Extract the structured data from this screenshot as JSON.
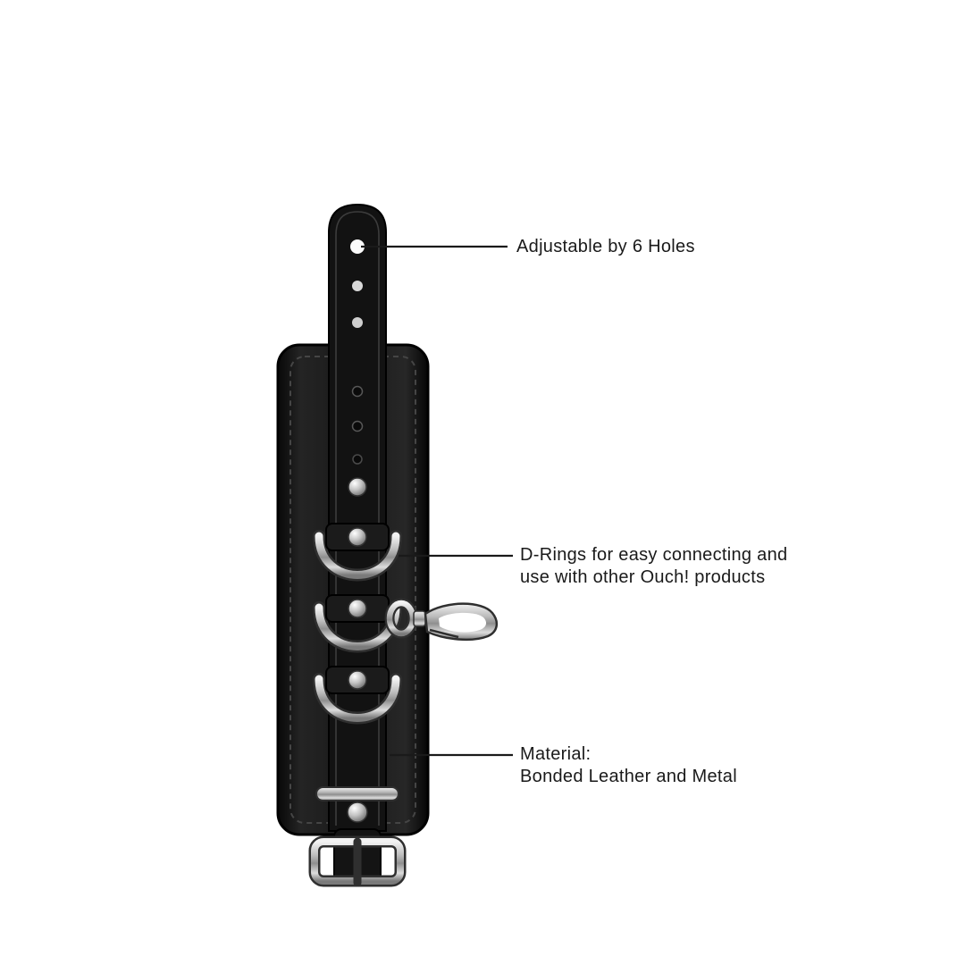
{
  "page": {
    "background_color": "#ffffff",
    "text_color": "#1a1a1a"
  },
  "product_illustration": {
    "colors": {
      "leather": "#141414",
      "metal": "#c0c0c0",
      "stitching": "#454545",
      "leader_line": "#1a1a1a"
    }
  },
  "annotations": [
    {
      "id": "adjustable-holes",
      "lines": [
        "Adjustable by 6 Holes"
      ]
    },
    {
      "id": "d-rings",
      "lines": [
        "D-Rings for easy connecting and",
        "use with other Ouch! products"
      ]
    },
    {
      "id": "material",
      "lines": [
        "Material:",
        "Bonded Leather and Metal"
      ]
    }
  ]
}
